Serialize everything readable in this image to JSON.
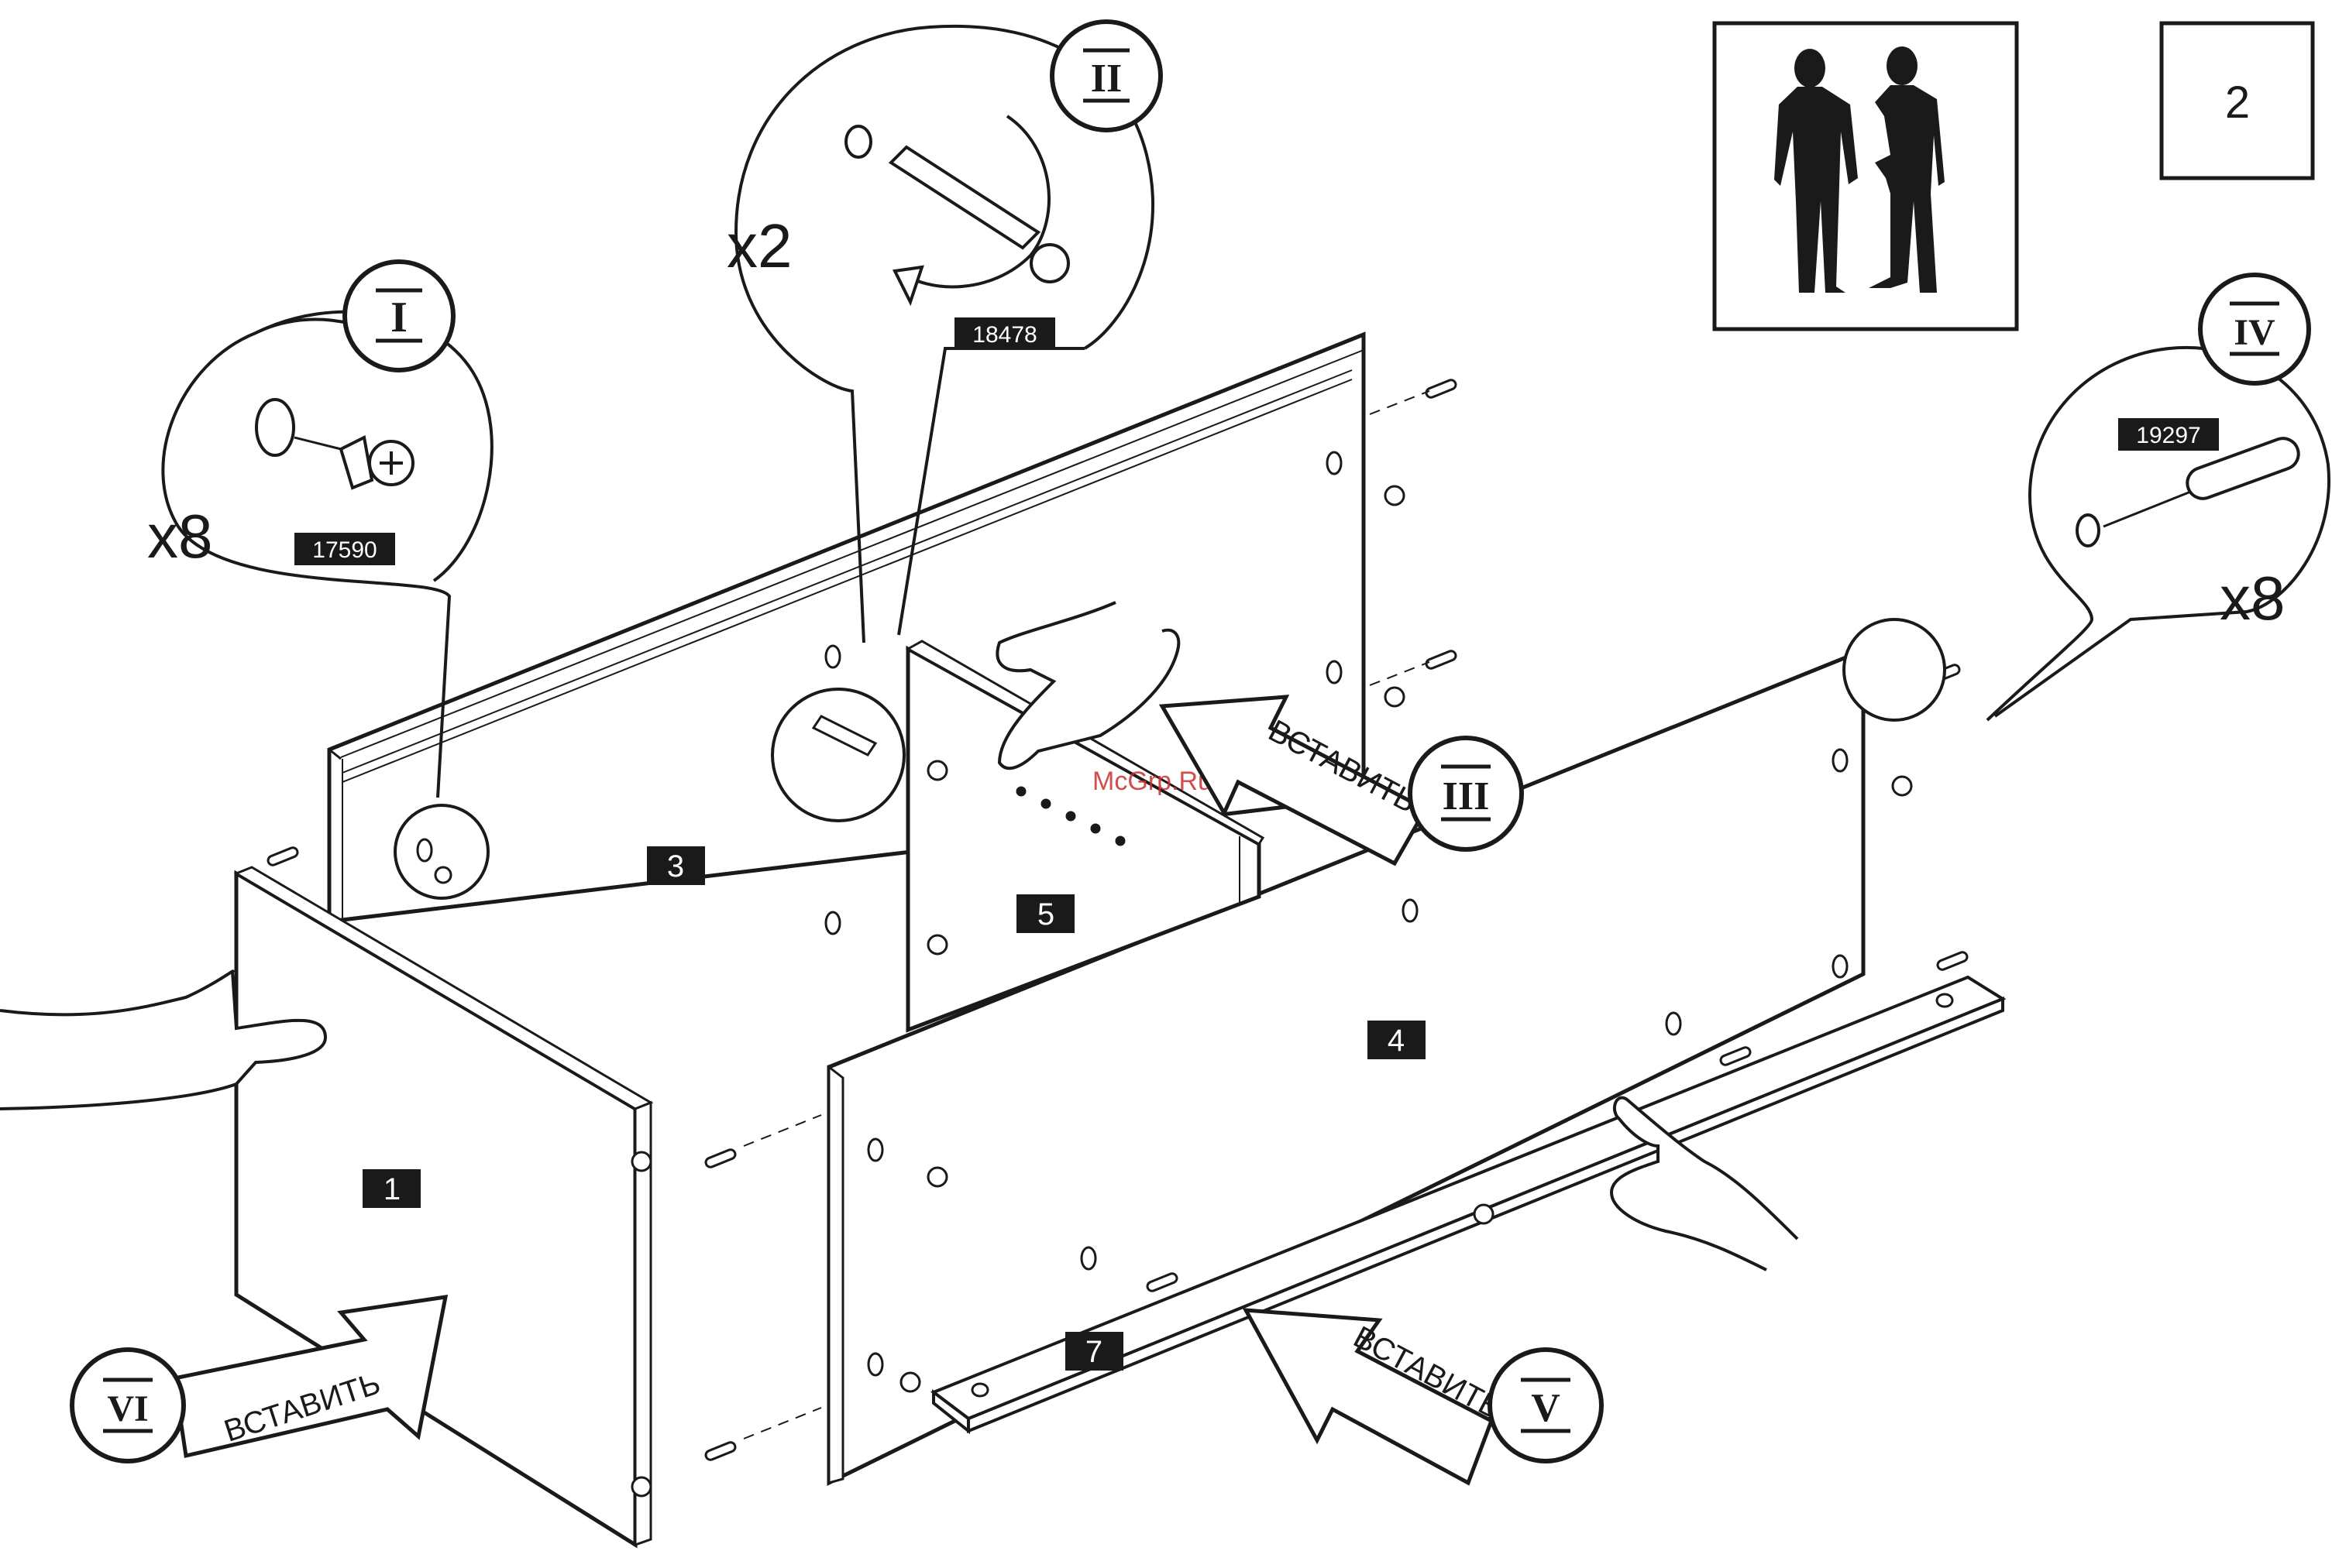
{
  "page": {
    "step_number": "2"
  },
  "people_icon": "two-people-icon",
  "brand_watermark": "McGrp.Ru",
  "panels": {
    "p1": "1",
    "p3": "3",
    "p4": "4",
    "p5": "5",
    "p7": "7"
  },
  "callouts": {
    "I": {
      "roman": "I",
      "quantity": "x8",
      "part_code": "17590"
    },
    "II": {
      "roman": "II",
      "quantity": "x2",
      "part_code": "18478"
    },
    "III": {
      "roman": "III"
    },
    "IV": {
      "roman": "IV",
      "quantity": "x8",
      "part_code": "19297"
    },
    "V": {
      "roman": "V"
    },
    "VI": {
      "roman": "VI"
    }
  },
  "arrow_label": "ВСТАВИТЬ",
  "colors": {
    "ink": "#1a1a1a",
    "paper": "#ffffff"
  }
}
